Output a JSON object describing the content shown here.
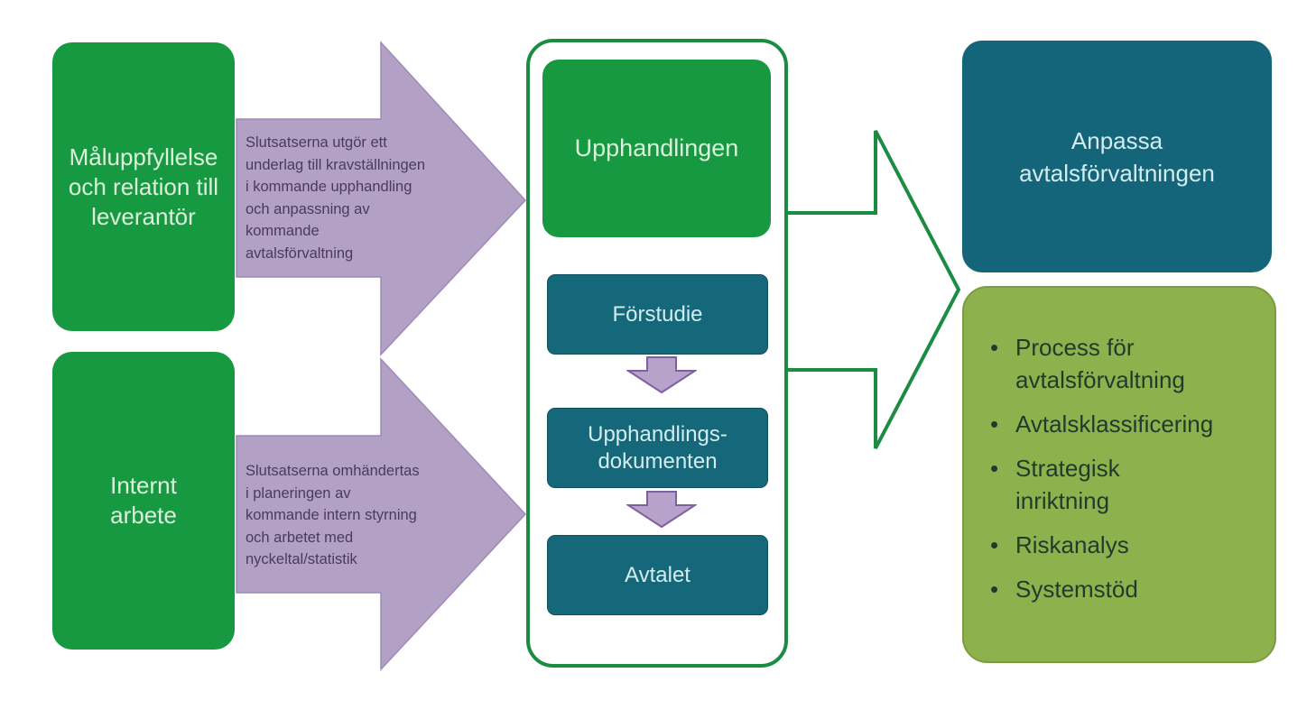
{
  "left_boxes": [
    {
      "label": "Måluppfyllelse\noch relation till\nleverantör"
    },
    {
      "label": "Internt\narbete"
    }
  ],
  "flow_arrows": [
    {
      "text": "Slutsatserna utgör ett\nunderlag till kravställningen\ni kommande upphandling\noch anpassning av\nkommande\navtalsförvaltning"
    },
    {
      "text": "Slutsatserna omhändertas\ni planeringen av\nkommande intern styrning\noch arbetet med\nnyckeltal/statistik"
    }
  ],
  "process": {
    "title": "Upphandlingen",
    "steps": [
      "Förstudie",
      "Upphandlings-\ndokumenten",
      "Avtalet"
    ]
  },
  "right": {
    "header": "Anpassa\navtalsförvaltningen",
    "bullets": [
      "Process för\navtalsförvaltning",
      "Avtalsklassificering",
      "Strategisk\ninriktning",
      "Riskanalys",
      "Systemstöd"
    ]
  },
  "colors": {
    "green_box": "#169940",
    "green_outline": "#1b8c41",
    "teal_box": "#15687a",
    "teal_header": "#15657a",
    "olive_box": "#8db14d",
    "olive_border": "#7c9c41",
    "purple_arrow_fill": "#b3a1c5",
    "purple_arrow_border": "#9e89ba",
    "mini_arrow_fill": "#b7a2cb",
    "mini_arrow_border": "#7e60a1",
    "arrow_text": "#483b60",
    "bullet_text": "#1e3c2c",
    "light_text_on_green": "#dbf2dd",
    "light_text_on_teal": "#d2ecf0"
  }
}
